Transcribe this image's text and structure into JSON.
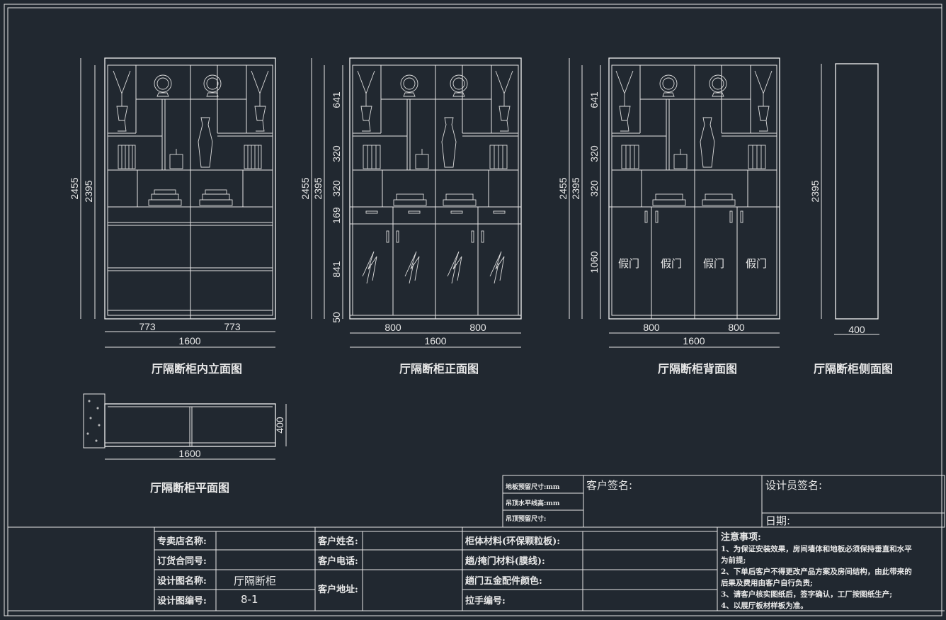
{
  "views": {
    "inner": {
      "caption": "厅隔断柜内立面图",
      "dims": {
        "total_h": "2455",
        "inner_h": "2395",
        "w_left": "773",
        "w_right": "773",
        "total_w": "1600"
      }
    },
    "front": {
      "caption": "厅隔断柜正面图",
      "dims": {
        "total_h": "2455",
        "inner_h": "2395",
        "seg1": "641",
        "seg2": "320",
        "seg3": "320",
        "seg4": "169",
        "seg5": "841",
        "seg6": "50",
        "w_left": "800",
        "w_right": "800",
        "total_w": "1600"
      }
    },
    "back": {
      "caption": "厅隔断柜背面图",
      "dims": {
        "total_h": "2455",
        "inner_h": "2395",
        "seg1": "641",
        "seg2": "320",
        "seg3": "320",
        "seg4": "1060",
        "w_left": "800",
        "w_right": "800",
        "total_w": "1600"
      },
      "door_label": "假门"
    },
    "side": {
      "caption": "厅隔断柜侧面图",
      "dims": {
        "height": "2395",
        "depth": "400"
      }
    },
    "plan": {
      "caption": "厅隔断柜平面图",
      "dims": {
        "width": "1600",
        "depth": "400"
      }
    }
  },
  "signature_box": {
    "floor_reserve": "地板预留尺寸:mm",
    "ceiling_level": "吊顶水平线高:mm",
    "ceiling_reserve": "吊顶预留尺寸:",
    "customer_sign": "客户签名:",
    "designer_sign": "设计员签名:",
    "date": "日期:"
  },
  "title_block": {
    "store_name_label": "专卖店名称:",
    "contract_no_label": "订货合同号:",
    "design_name_label": "设计图名称:",
    "design_name_value": "厅隔断柜",
    "design_no_label": "设计图编号:",
    "design_no_value": "8-1",
    "customer_name_label": "客户姓名:",
    "customer_phone_label": "客户电话:",
    "customer_addr_label": "客户地址:",
    "cabinet_material_label": "柜体材料(环保颗粒板):",
    "door_material_label": "趟/掩门材料(膜线):",
    "hardware_color_label": "趟门五金配件颜色:",
    "handle_no_label": "拉手编号:",
    "notes_title": "注意事项:",
    "notes": [
      "1、为保证安装效果，房间墙体和地板必须保持垂直和水平",
      "为前提;",
      "2、下单后客户不得更改产品方案及房间结构，由此带来的",
      "后果及费用由客户自行负责;",
      "3、请客户核实图纸后，签字确认，工厂按图纸生产;",
      "4、以展厅板材样板为准。"
    ]
  }
}
